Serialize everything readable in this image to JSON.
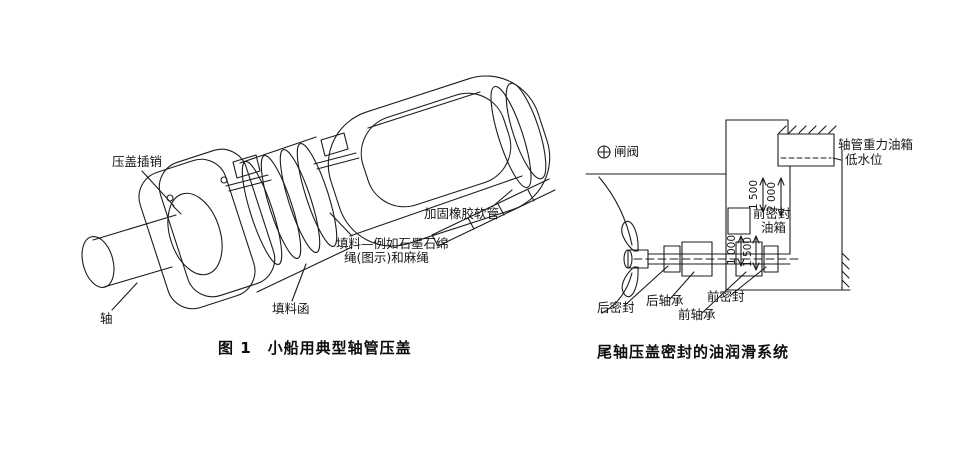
{
  "colors": {
    "background": "#ffffff",
    "ink": "#1c1c1c"
  },
  "figure1": {
    "caption": "图 1　小船用典型轴管压盖",
    "labels": {
      "gland_pin": "压盖插销",
      "shaft": "轴",
      "stuffing_box": "填料函",
      "packing_line1": "填料—例如石墨石绵",
      "packing_line2": "绳(图示)和麻绳",
      "rubber_hose": "加固橡胶软管"
    }
  },
  "figure2": {
    "caption": "尾轴压盖密封的油润滑系统",
    "labels": {
      "gate_valve": "闸阀",
      "gravity_tank": "轴管重力油箱",
      "low_water_level": "低水位",
      "dim_top_1": "1 500",
      "dim_top_2": "2 000",
      "fwd_seal_tank_line1": "前密封",
      "fwd_seal_tank_line2": "油箱",
      "dim_mid_1": "1 000",
      "dim_mid_2": "1 500",
      "aft_seal": "后密封",
      "aft_bearing": "后轴承",
      "fwd_seal": "前密封",
      "fwd_bearing": "前轴承"
    }
  }
}
